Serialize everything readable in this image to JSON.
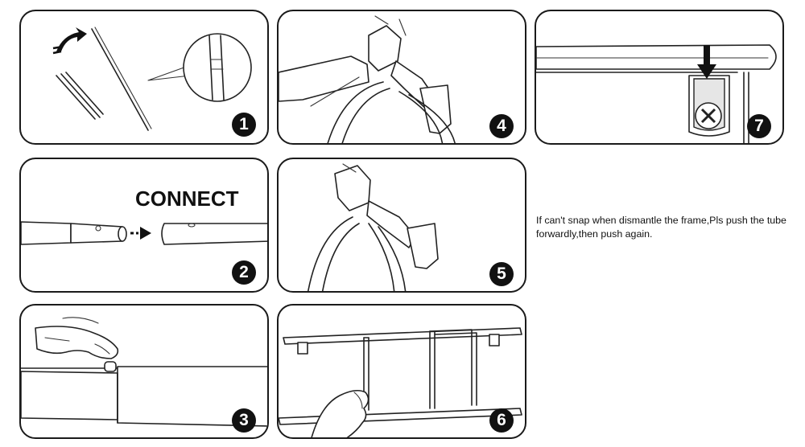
{
  "steps": [
    {
      "number": "1"
    },
    {
      "number": "2",
      "title": "CONNECT"
    },
    {
      "number": "3"
    },
    {
      "number": "4"
    },
    {
      "number": "5"
    },
    {
      "number": "6"
    },
    {
      "number": "7"
    }
  ],
  "note": "If can't snap when dismantle the frame,Pls push the tube forwardly,then push again.",
  "icons": [
    "curved-arrow-icon",
    "push-arrow-icon",
    "down-arrow-icon",
    "screw-icon"
  ]
}
